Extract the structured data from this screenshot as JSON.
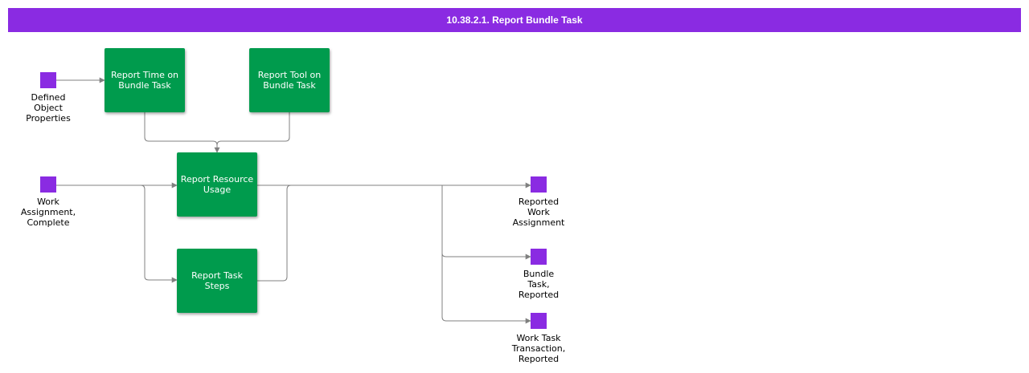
{
  "title": "10.38.2.1. Report Bundle Task",
  "colors": {
    "header": "#8a2be2",
    "task": "#009b4d",
    "object": "#8a2be2",
    "connector": "#808080"
  },
  "tasks": {
    "report_time": "Report Time on\nBundle Task",
    "report_tool": "Report Tool on\nBundle Task",
    "report_resource": "Report Resource\nUsage",
    "report_steps": "Report Task\nSteps"
  },
  "objects": {
    "defined_props": "Defined\nObject\nProperties",
    "work_assignment": "Work\nAssignment,\nComplete",
    "reported_wa": "Reported\nWork\nAssignment",
    "bundle_task": "Bundle\nTask,\nReported",
    "work_task_txn": "Work Task\nTransaction,\nReported"
  }
}
